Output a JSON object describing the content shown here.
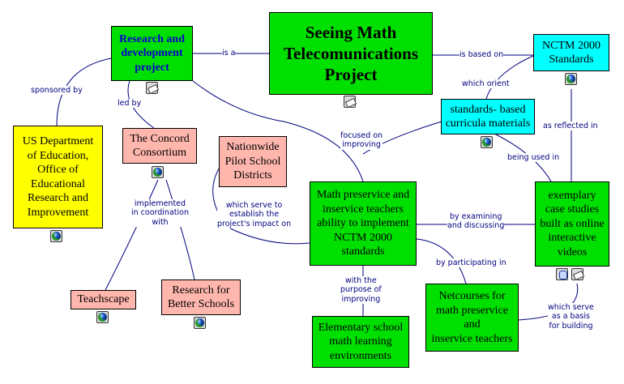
{
  "nodes": {
    "main": "Seeing Math\nTelecomunications\nProject",
    "research": "Research and\ndevelopment\nproject",
    "nctm": "NCTM 2000\nStandards",
    "curricula": "standards- based\ncurricula materials",
    "usdoe": "US Department\nof Education,\nOffice of\nEducational\nResearch and\nImprovement",
    "concord": "The Concord\nConsortium",
    "pilot": "Nationwide\nPilot School\nDistricts",
    "math": "Math preservice and\ninservice teachers\nability to implement\nNCTM 2000\nstandards",
    "cases": "exemplary\ncase studies\nbuilt as online\ninteractive\nvideos",
    "teachscape": "Teachscape",
    "rbs": "Research for\nBetter Schools",
    "elementary": "Elementary school\nmath learning\nenvironments",
    "netcourses": "Netcourses for\nmath preservice\nand\ninservice teachers"
  },
  "links": {
    "is_a": "is a",
    "is_based_on": "is based on",
    "sponsored_by": "sponsored by",
    "led_by": "led by",
    "which_orient": "which orient",
    "focused_on": "focused on\nimproving",
    "as_reflected_in": "as reflected in",
    "being_used_in": "being used in",
    "implemented": "implemented\nin coordination\nwith",
    "which_serve_to": "which serve to\nestablish the\nproject's impact on",
    "by_examining": "by examining\nand discussing",
    "by_participating": "by participating in",
    "with_purpose": "with the\npurpose of\nimproving",
    "which_serve_as": "which serve\nas  a  basis\nfor building"
  },
  "colors": {
    "green": "#00e000",
    "cyan": "#00ffff",
    "yellow": "#ffff00",
    "pink": "#ffb6ad",
    "link_text": "#000080",
    "research_text": "#0000cc"
  },
  "icons": [
    "globe-icon",
    "note-icon",
    "video-icon"
  ]
}
